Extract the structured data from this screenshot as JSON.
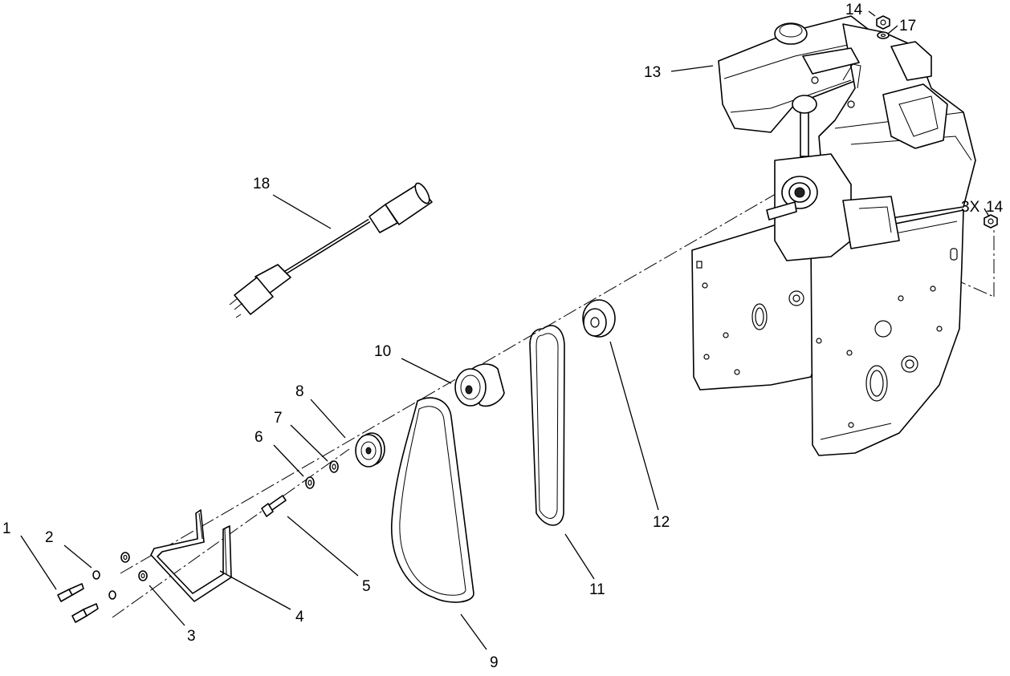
{
  "callouts": {
    "c1": "1",
    "c2": "2",
    "c3": "3",
    "c4": "4",
    "c5": "5",
    "c6": "6",
    "c7": "7",
    "c8": "8",
    "c9": "9",
    "c10": "10",
    "c11": "11",
    "c12": "12",
    "c13": "13",
    "c14a": "14",
    "c17": "17",
    "c3x": "3X",
    "c14b": "14",
    "c18": "18"
  }
}
